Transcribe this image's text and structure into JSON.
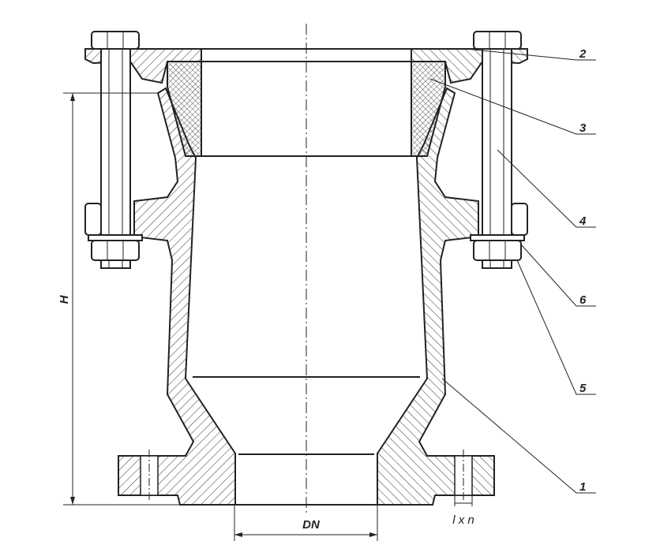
{
  "labels": {
    "part_1": "1",
    "part_2": "2",
    "part_3": "3",
    "part_4": "4",
    "part_5": "5",
    "part_6": "6",
    "height": "H",
    "diameter": "DN",
    "holes": "l x n"
  },
  "colors": {
    "line": "#222222",
    "background": "#ffffff"
  }
}
